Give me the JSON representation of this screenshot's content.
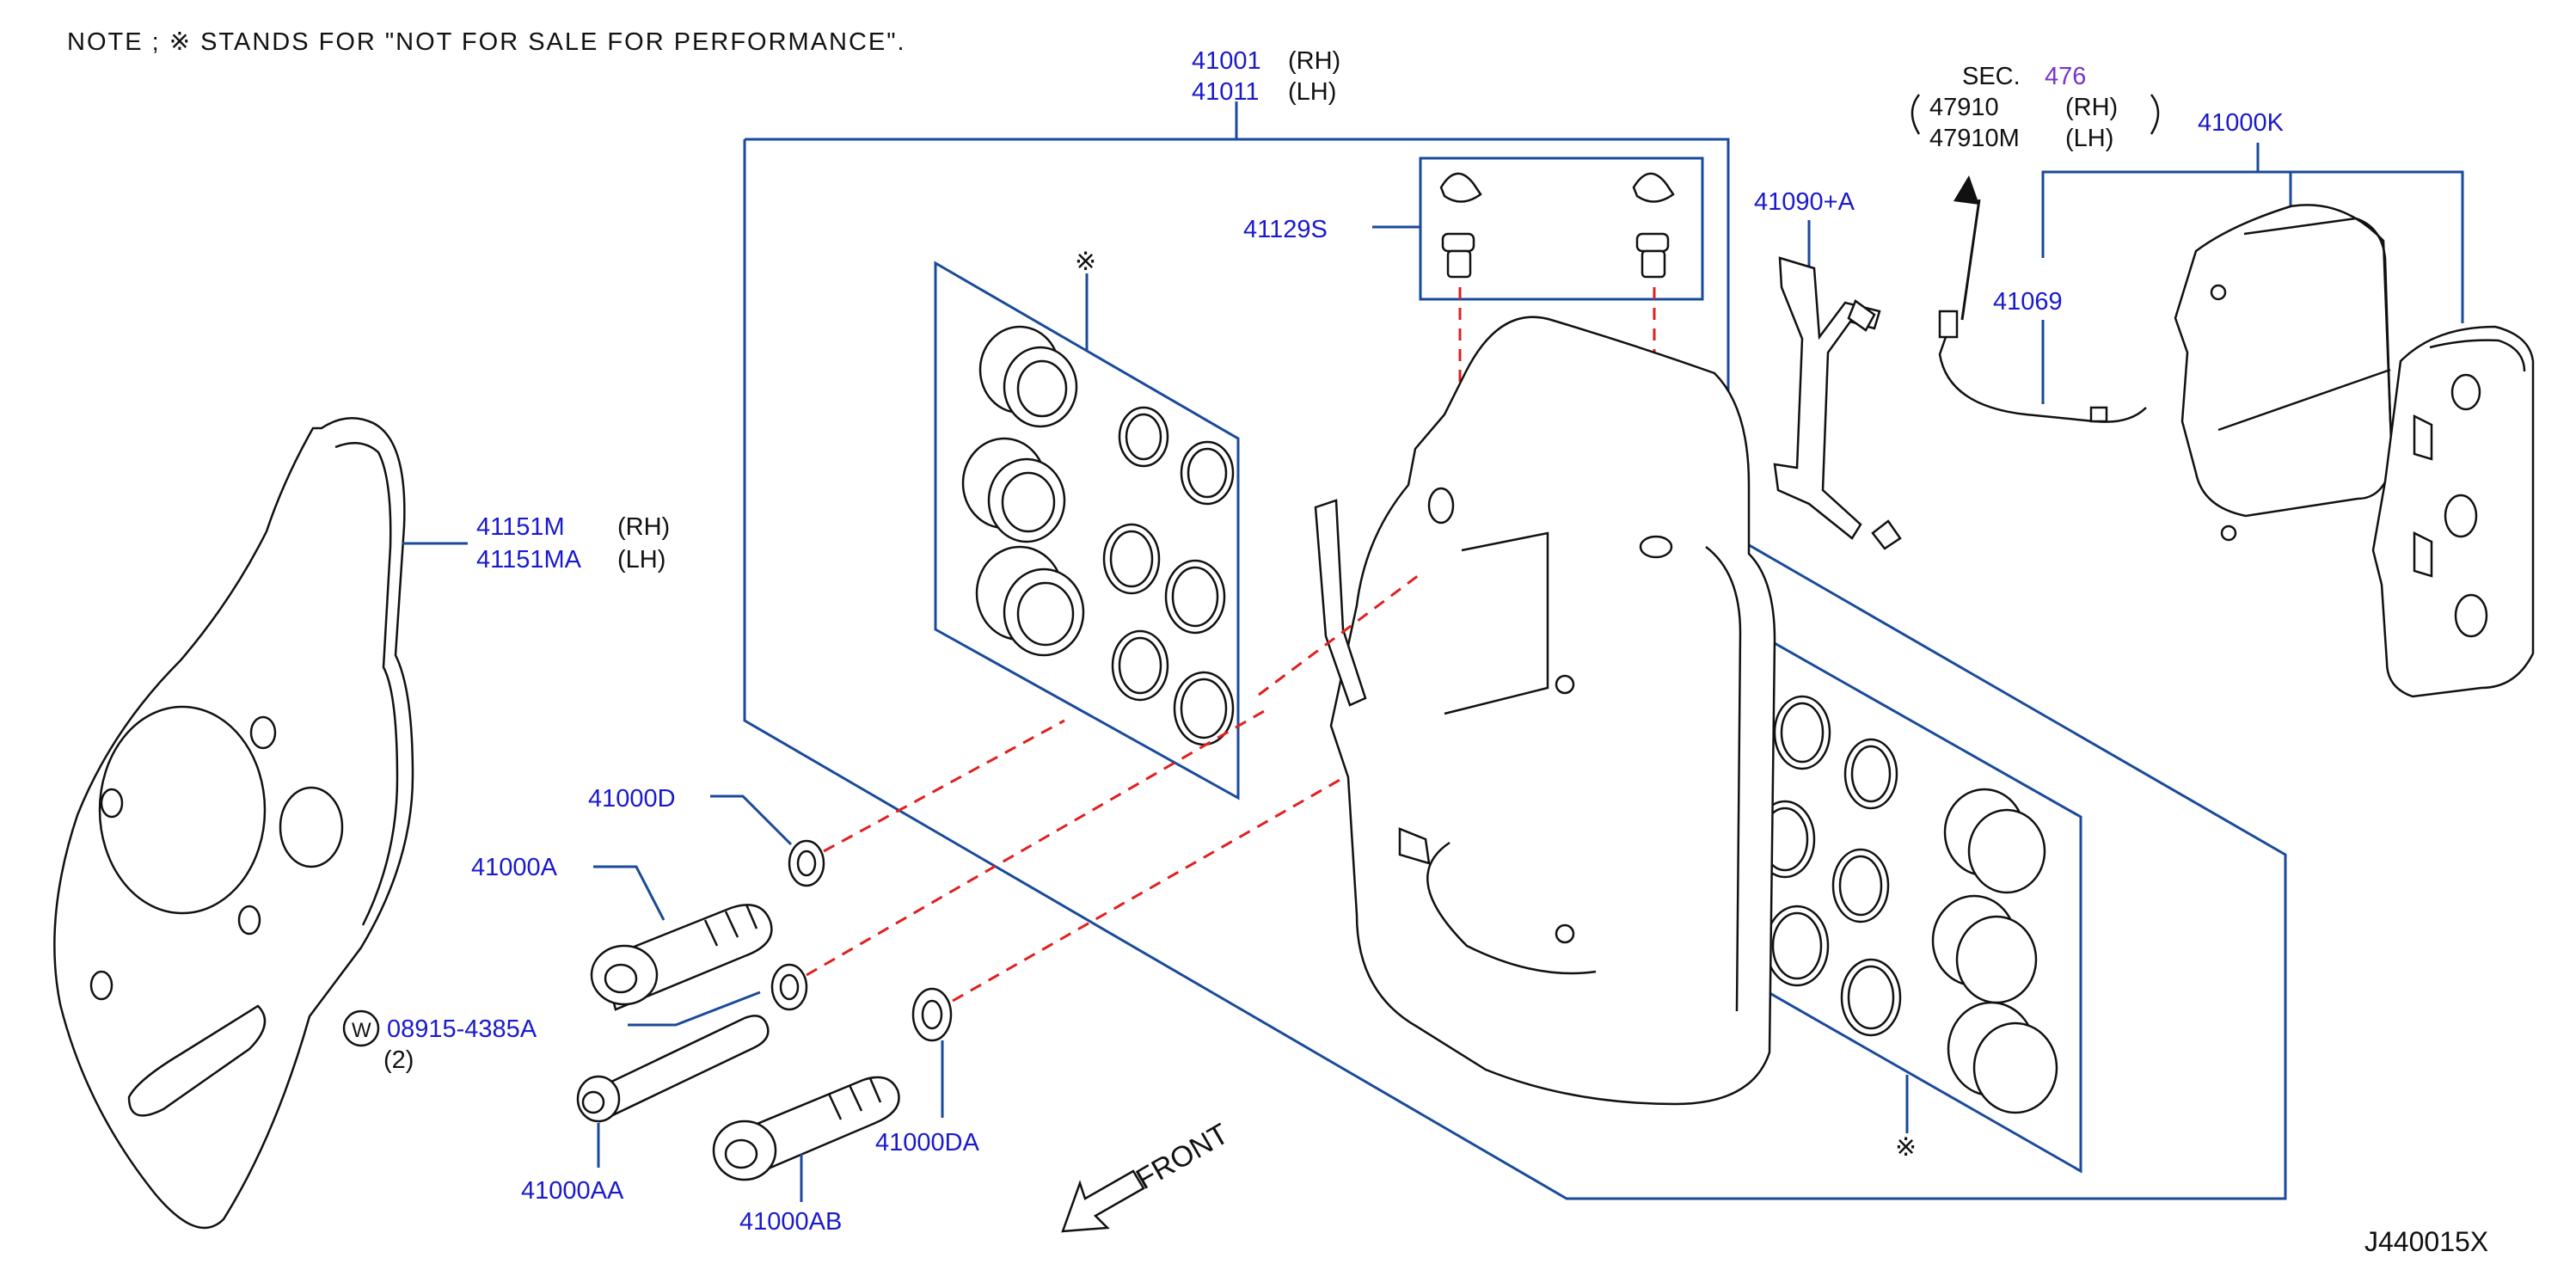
{
  "note": "NOTE ; ※ STANDS FOR \"NOT FOR SALE FOR PERFORMANCE\".",
  "drawing_id": "J440015X",
  "front_label": "FRONT",
  "not_for_sale_mark": "※",
  "labels": {
    "caliper_rh": "41001",
    "caliper_lh": "41011",
    "rh": "(RH)",
    "lh": "(LH)",
    "sec_prefix": "SEC.",
    "sec_number": "476",
    "sensor_rh": "47910",
    "sensor_lh": "47910M",
    "pad_kit": "41000K",
    "pin_boot_kit": "41129S",
    "spring_kit": "41090+A",
    "sensor_wire": "41069",
    "baffle_rh": "41151M",
    "baffle_lh": "41151MA",
    "washer_d": "41000D",
    "bolt_a": "41000A",
    "bolt_w": "08915-4385A",
    "bolt_w_qty": "(2)",
    "bolt_w_symbol": "W",
    "bolt_aa": "41000AA",
    "bolt_ab": "41000AB",
    "washer_da": "41000DA"
  },
  "colors": {
    "part_number": "#1a1acc",
    "section_ref": "#7733cc",
    "leader": "#1a4a9a",
    "assembly_line": "#e02020"
  }
}
